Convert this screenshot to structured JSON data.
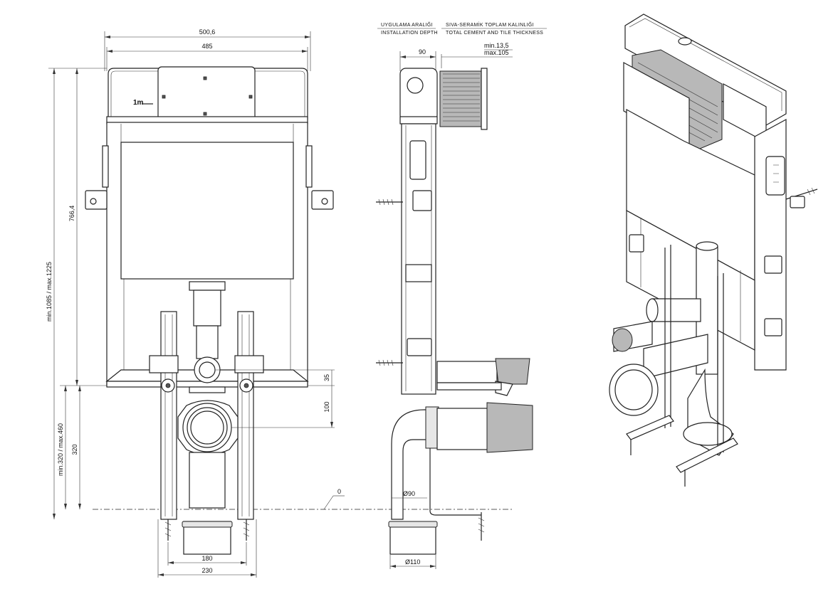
{
  "front_view": {
    "dim_total_width": "500,6",
    "dim_frame_width": "485",
    "dim_height_range": "min.1085 / max.1225",
    "dim_cistern_height": "766,4",
    "dim_lower_range": "min.320 / max.460",
    "dim_lower": "320",
    "dim_outlet_offset": "35",
    "dim_outlet_drop": "100",
    "dim_feet_inner": "180",
    "dim_feet_outer": "230",
    "floor_level": "0",
    "flush_label": "1m"
  },
  "side_view": {
    "header_tr_left": "UYGULAMA ARALIĞI",
    "header_en_left": "INSTALLATION DEPTH",
    "header_tr_right": "SIVA-SERAMİK TOPLAM KALINLIĞI",
    "header_en_right": "TOTAL CEMENT AND TILE THICKNESS",
    "dim_depth": "90",
    "dim_min": "min.13,5",
    "dim_max": "max.105",
    "dim_pipe_90": "Ø90",
    "dim_pipe_110": "Ø110"
  }
}
